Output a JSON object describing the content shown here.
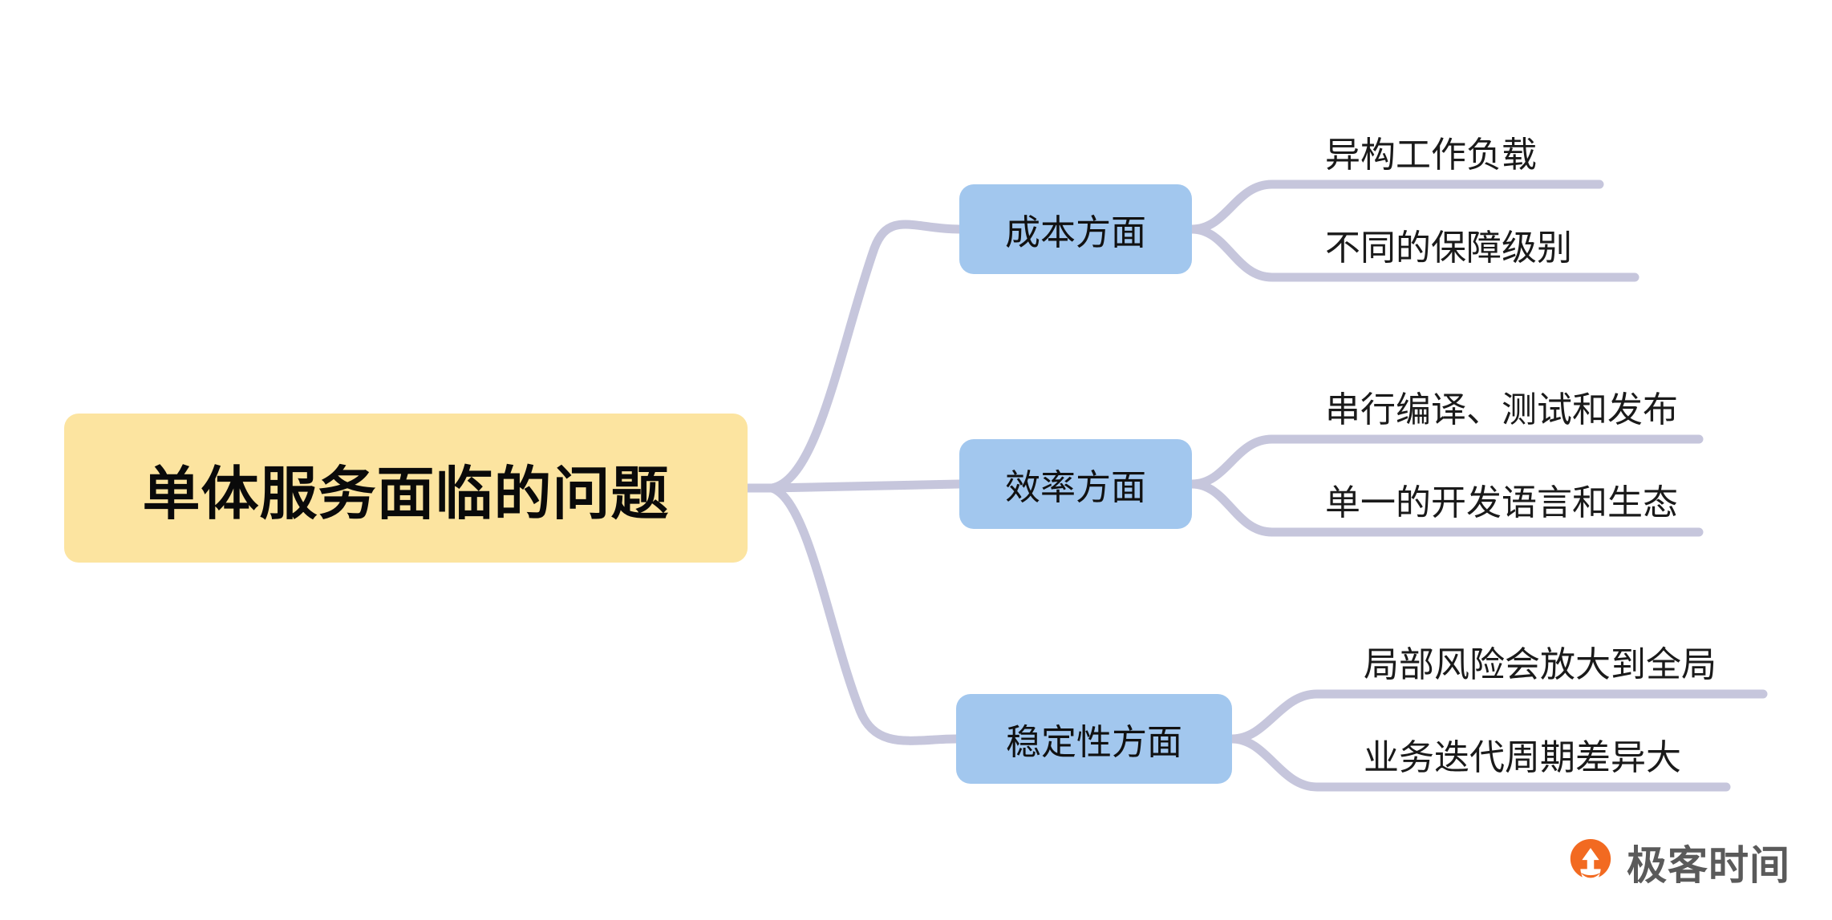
{
  "diagram": {
    "type": "mindmap",
    "title": "单体服务面临的问题",
    "root": {
      "label": "单体服务面临的问题",
      "color": "#FCE4A0",
      "text_color": "#0a0a0a"
    },
    "link_color": "#C6C6DC",
    "branch_color": "#A2C7EE",
    "branches": [
      {
        "label": "成本方面",
        "children": [
          {
            "label": "异构工作负载"
          },
          {
            "label": "不同的保障级别"
          }
        ]
      },
      {
        "label": "效率方面",
        "children": [
          {
            "label": "串行编译、测试和发布"
          },
          {
            "label": "单一的开发语言和生态"
          }
        ]
      },
      {
        "label": "稳定性方面",
        "children": [
          {
            "label": "局部风险会放大到全局"
          },
          {
            "label": "业务迭代周期差异大"
          }
        ]
      }
    ]
  },
  "logo": {
    "text": "极客时间",
    "mark": "geektime-logo-icon",
    "mark_color": "#F26A21",
    "text_color": "#5a5a5a"
  }
}
